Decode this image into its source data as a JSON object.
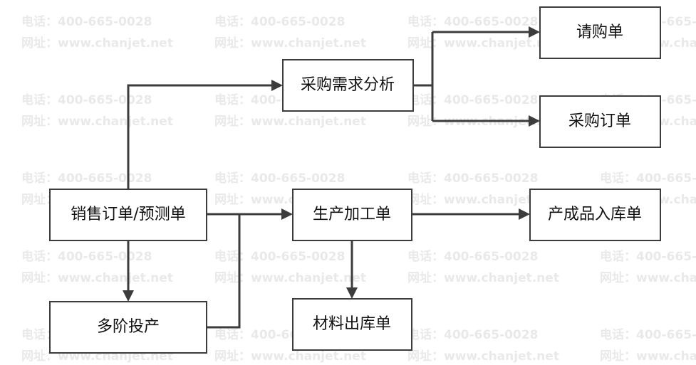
{
  "watermark": {
    "phone": "电话：400-665-0028",
    "site": "网址：www.chanjet.net"
  },
  "nodes": {
    "sales_order": "销售订单/预测单",
    "demand_analysis": "采购需求分析",
    "requisition": "请购单",
    "purchase_order": "采购订单",
    "production_order": "生产加工单",
    "finished_goods_receipt": "产成品入库单",
    "multi_level_release": "多阶投产",
    "material_issue": "材料出库单"
  },
  "colors": {
    "line": "#3c3c3c",
    "box_border": "#3c3c3c",
    "watermark": "#e9e9e9",
    "text": "#111111"
  }
}
